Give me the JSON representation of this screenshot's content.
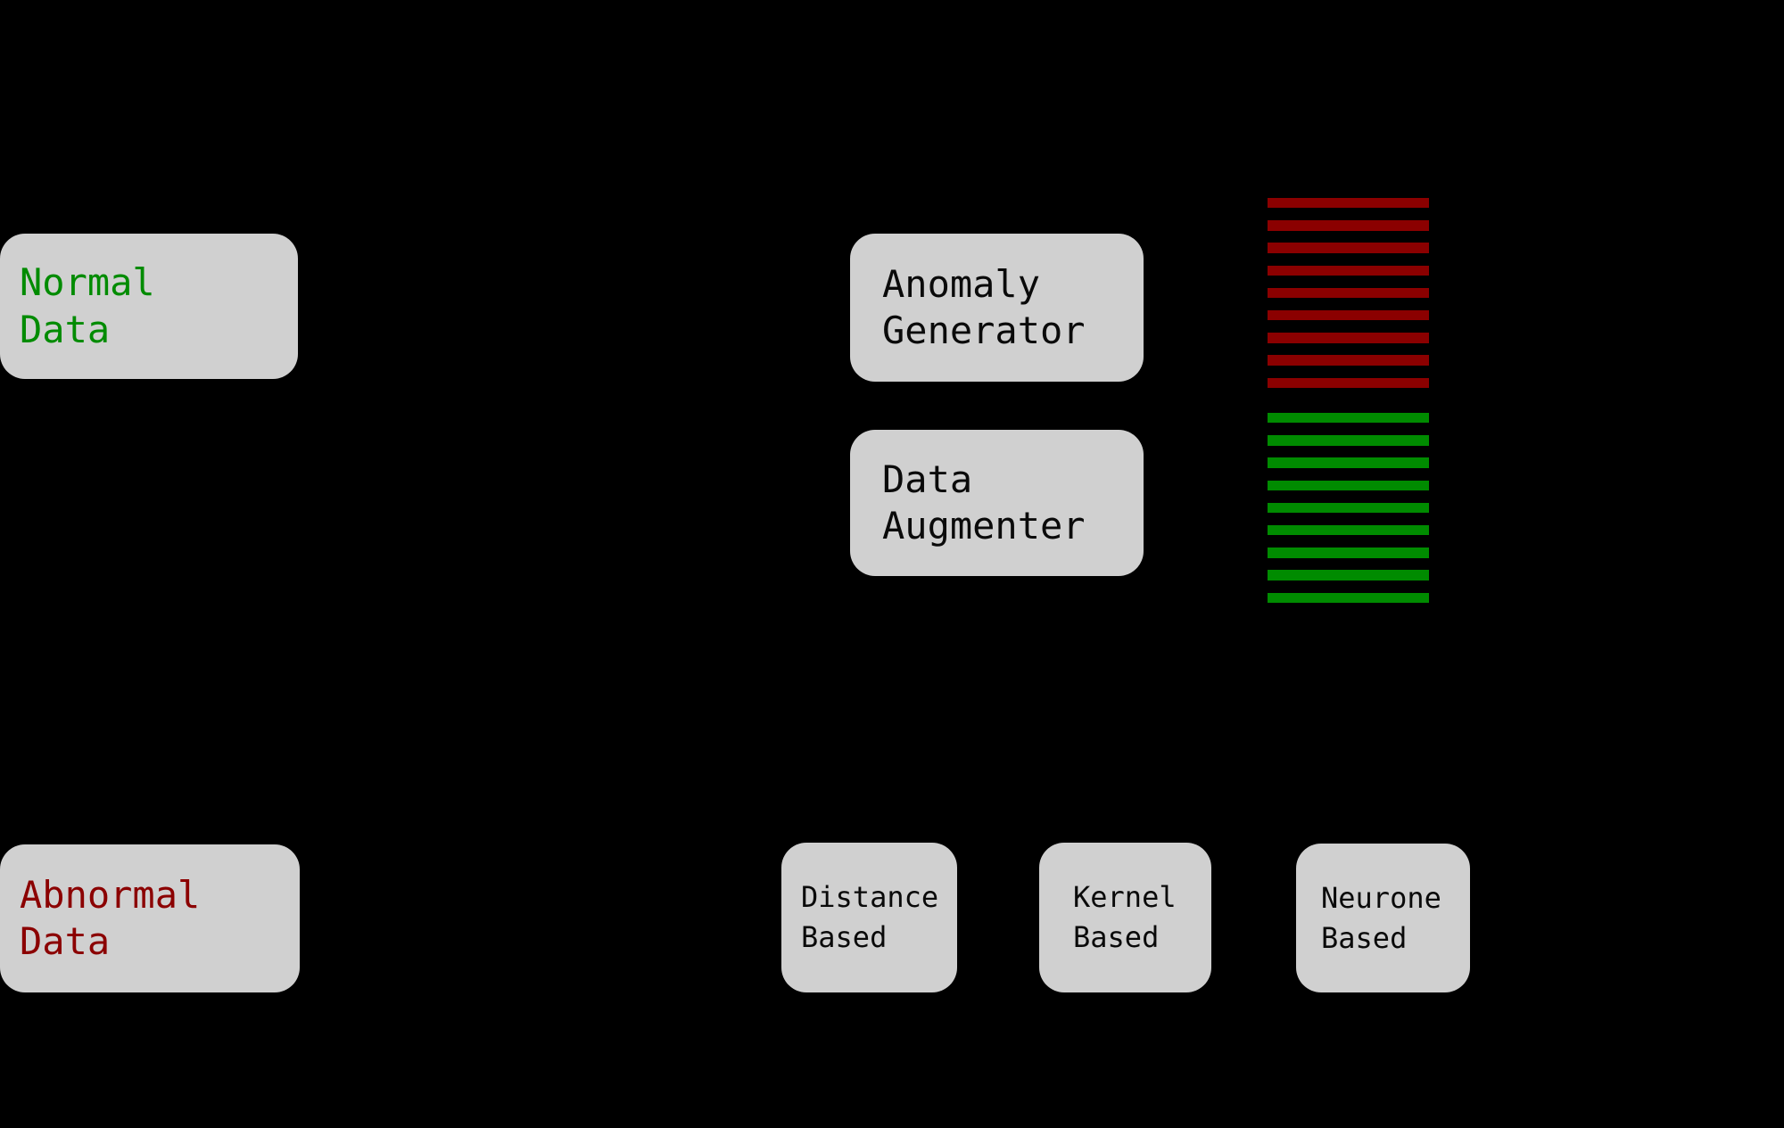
{
  "diagram": {
    "background": "#000000",
    "node_fill": "#d0d0d0"
  },
  "boxes": {
    "normal_data": {
      "line1": "Normal",
      "line2": "Data",
      "text_color": "#008b00"
    },
    "abnormal_data": {
      "line1": "Abnormal",
      "line2": "Data",
      "text_color": "#8b0000"
    },
    "anomaly_generator": {
      "line1": "Anomaly",
      "line2": "Generator",
      "text_color": "#0a0a0a"
    },
    "data_augmenter": {
      "line1": "Data",
      "line2": "Augmenter",
      "text_color": "#0a0a0a"
    },
    "distance_based": {
      "line1": "Distance",
      "line2": "Based",
      "text_color": "#0a0a0a"
    },
    "kernel_based": {
      "line1": "Kernel",
      "line2": "Based",
      "text_color": "#0a0a0a"
    },
    "neurone_based": {
      "line1": "Neurone",
      "line2": "Based",
      "text_color": "#0a0a0a"
    }
  },
  "stripes": {
    "red": {
      "count": 9,
      "color": "#8b0000"
    },
    "green": {
      "count": 9,
      "color": "#008b00"
    }
  }
}
